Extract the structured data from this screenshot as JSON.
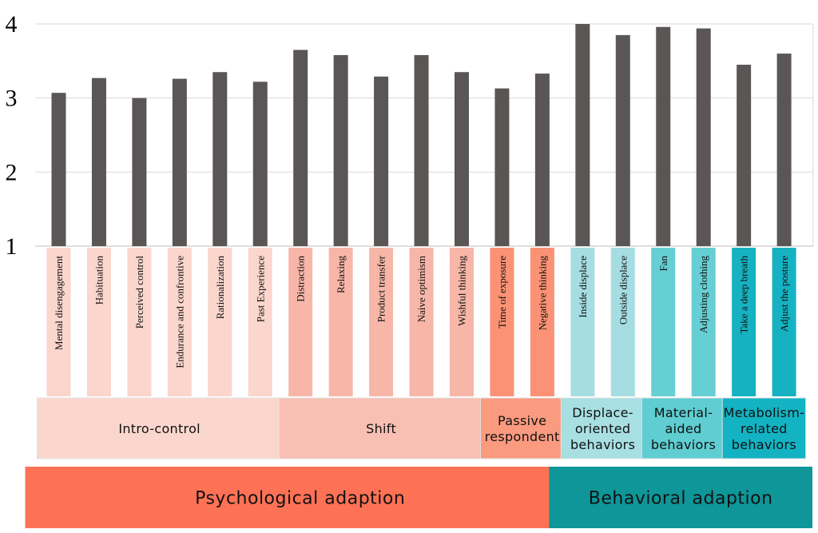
{
  "chart_data": {
    "type": "bar",
    "ylim": [
      1,
      4
    ],
    "yticks": [
      "1",
      "2",
      "3",
      "4"
    ],
    "grid": "horizontal",
    "bar_color": "#5b5656",
    "categories": [
      "Mental disengagement",
      "Habituation",
      "Perceived control",
      "Endurance and confrontive",
      "Rationalization",
      "Past Experience",
      "Distraction",
      "Relaxing",
      "Product transfer",
      "Naive optimism",
      "Wishful thinking",
      "Time of exposure",
      "Negative thinking",
      "Inside displace",
      "Outside displace",
      "Fan",
      "Adjusting clothing",
      "Take a deep breath",
      "Adjust the posture"
    ],
    "values": [
      3.07,
      3.27,
      3.0,
      3.26,
      3.35,
      3.22,
      3.65,
      3.58,
      3.29,
      3.58,
      3.35,
      3.13,
      3.33,
      4.0,
      3.85,
      3.96,
      3.94,
      3.45,
      3.6
    ],
    "groups": [
      {
        "lines": [
          "Intro-control"
        ],
        "color": "#fbd6cd",
        "strip_color": "#fbd6cd",
        "start": 0,
        "end": 5
      },
      {
        "lines": [
          "Shift"
        ],
        "color": "#f8bfb2",
        "strip_color": "#f8b6a8",
        "start": 6,
        "end": 10
      },
      {
        "lines": [
          "Passive",
          "respondent"
        ],
        "color": "#fa9a7f",
        "strip_color": "#fb9275",
        "start": 11,
        "end": 12
      },
      {
        "lines": [
          "Displace-",
          "oriented",
          "behaviors"
        ],
        "color": "#a7dfe3",
        "strip_color": "#a5dde2",
        "start": 13,
        "end": 14
      },
      {
        "lines": [
          "Material-",
          "aided",
          "behaviors"
        ],
        "color": "#5fcdd2",
        "strip_color": "#66cfd4",
        "start": 15,
        "end": 16
      },
      {
        "lines": [
          "Metabolism-",
          "related",
          "behaviors"
        ],
        "color": "#13b3c3",
        "strip_color": "#16b2c2",
        "start": 17,
        "end": 18
      }
    ],
    "supergroups": [
      {
        "label": "Psychological adaption",
        "color": "#fd7255",
        "start": 0,
        "end": 12
      },
      {
        "label": "Behavioral adaption",
        "color": "#0e9699",
        "start": 13,
        "end": 18
      }
    ]
  }
}
